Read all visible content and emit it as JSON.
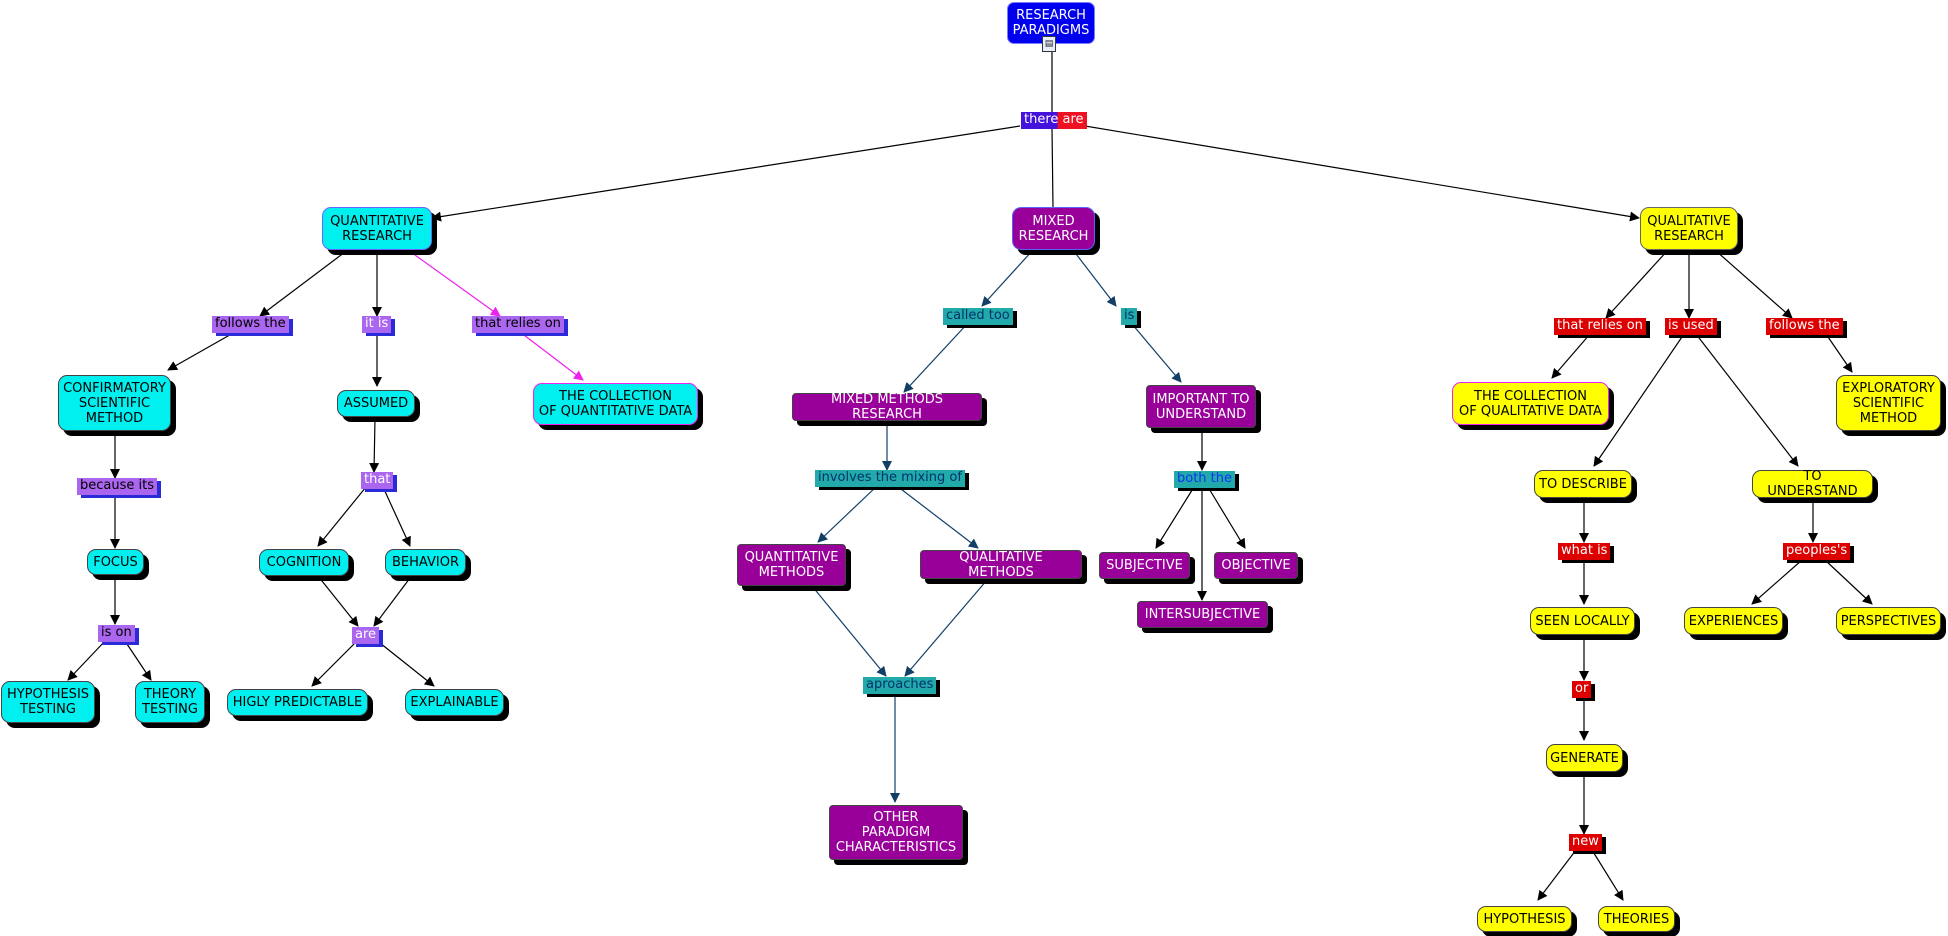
{
  "colors": {
    "root": "#0000ee",
    "cyan": "#00f0f0",
    "purple": "#990099",
    "yellow": "#ffff00",
    "label_violet": "#aa66ee",
    "label_teal": "#22aaaa",
    "label_red": "#dd0000",
    "line_black": "#000000",
    "line_navy": "#123f66",
    "line_magenta": "#ee22ee"
  },
  "icons": {
    "root_document": "document-icon"
  },
  "nodes": {
    "root": "RESEARCH\nPARADIGMS",
    "quantitative_research": "QUANTITATIVE\nRESEARCH",
    "mixed_research": "MIXED\nRESEARCH",
    "qualitative_research": "QUALITATIVE\nRESEARCH",
    "confirmatory_method": "CONFIRMATORY\nSCIENTIFIC\nMETHOD",
    "assumed": "ASSUMED",
    "collection_quantitative": "THE COLLECTION\nOF QUANTITATIVE DATA",
    "focus": "FOCUS",
    "hypothesis_testing": "HYPOTHESIS\nTESTING",
    "theory_testing": "THEORY\nTESTING",
    "cognition": "COGNITION",
    "behavior": "BEHAVIOR",
    "higly_predictable": "HIGLY PREDICTABLE",
    "explainable": "EXPLAINABLE",
    "mixed_methods_research": "MIXED METHODS RESEARCH",
    "quantitative_methods": "QUANTITATIVE\nMETHODS",
    "qualitative_methods": "QUALITATIVE METHODS",
    "other_characteristics": "OTHER\nPARADIGM\nCHARACTERISTICS",
    "important_to_understand": "IMPORTANT TO\nUNDERSTAND",
    "subjective": "SUBJECTIVE",
    "objective": "OBJECTIVE",
    "intersubjective": "INTERSUBJECTIVE",
    "collection_qualitative": "THE COLLECTION\nOF QUALITATIVE DATA",
    "exploratory_method": "EXPLORATORY\nSCIENTIFIC\nMETHOD",
    "to_describe": "TO DESCRIBE",
    "to_understand": "TO UNDERSTAND",
    "seen_locally": "SEEN LOCALLY",
    "generate": "GENERATE",
    "hypothesis": "HYPOTHESIS",
    "theories": "THEORIES",
    "experiences": "EXPERIENCES",
    "perspectives": "PERSPECTIVES"
  },
  "links": {
    "there_are": "there are",
    "follows_the_quant": "follows the",
    "it_is": "it is",
    "that_relies_on_quant": "that relies on",
    "because_its": "because its",
    "is_on": "is on",
    "that": "that",
    "are": "are",
    "called_too": "called too",
    "is_mixed": "is",
    "involves_the_mixing_of": "involves the mixing of",
    "aproaches": "aproaches",
    "both_the": "both the",
    "that_relies_on_qual": "that relies on",
    "is_used": "is used",
    "follows_the_qual": "follows the",
    "what_is": "what is",
    "or": "or",
    "new": "new",
    "peoples": "peoples's"
  }
}
